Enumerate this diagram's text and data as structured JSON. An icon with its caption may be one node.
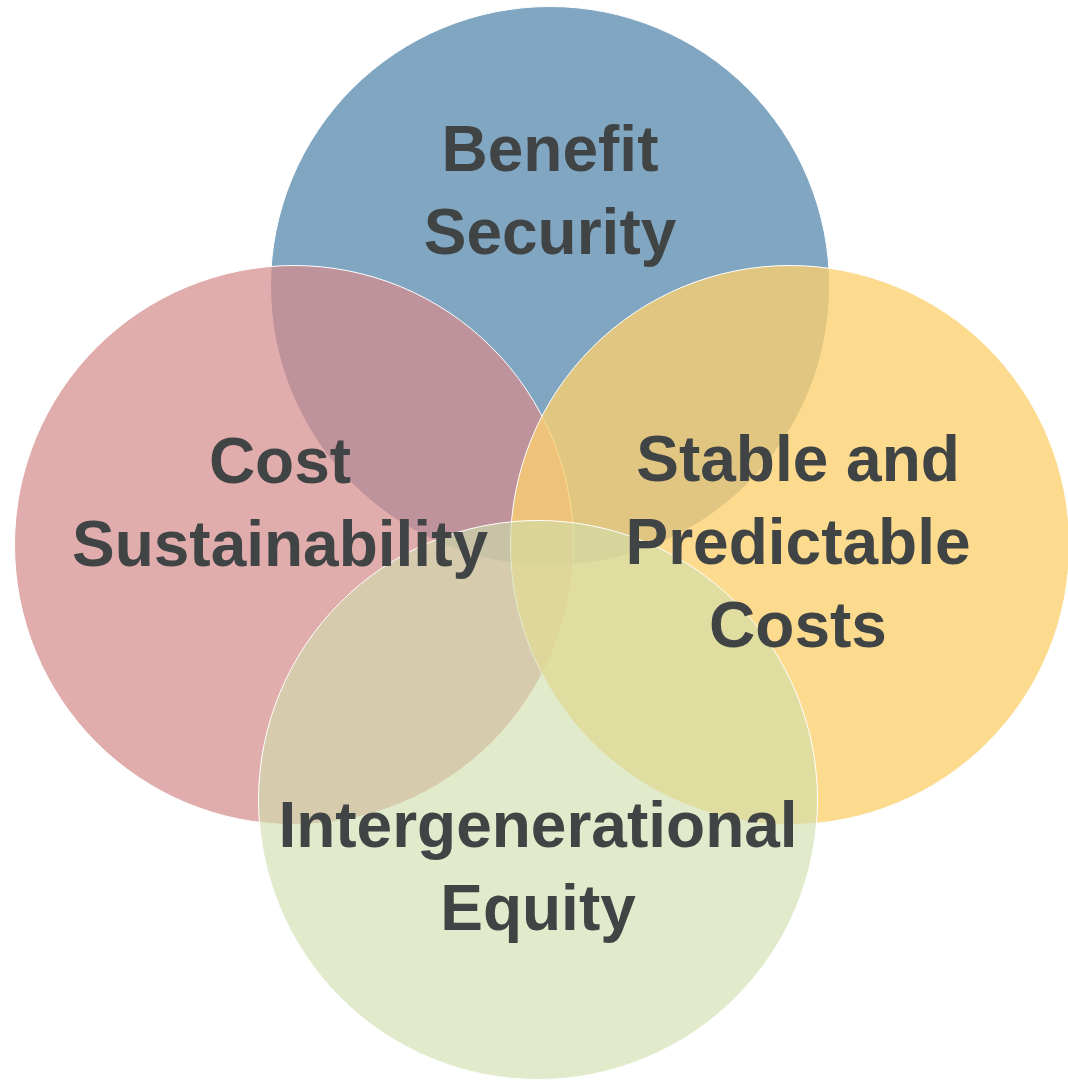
{
  "diagram": {
    "nodes": [
      {
        "text": [
          "Benefit Security"
        ]
      },
      {
        "text": [
          "Cost Sustainability"
        ]
      },
      {
        "text": [
          "Stable and Predictable Costs"
        ]
      },
      {
        "text": [
          "Intergenerational Equity"
        ]
      }
    ]
  }
}
